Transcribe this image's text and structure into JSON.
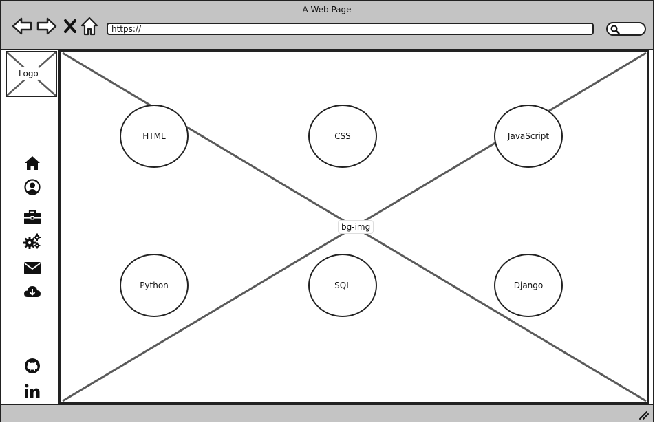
{
  "window": {
    "title": "A Web Page"
  },
  "toolbar": {
    "back_icon": "back-arrow-icon",
    "forward_icon": "forward-arrow-icon",
    "stop_icon": "close-icon",
    "home_icon": "home-icon",
    "url": "https://",
    "search_icon": "search-icon"
  },
  "sidebar": {
    "logo_label": "Logo",
    "icons": [
      "home-icon",
      "user-icon",
      "briefcase-icon",
      "gears-icon",
      "envelope-icon",
      "cloud-download-icon",
      "github-icon",
      "linkedin-icon"
    ]
  },
  "main": {
    "background_label": "bg-img",
    "skills": [
      "HTML",
      "CSS",
      "JavaScript",
      "Python",
      "SQL",
      "Django"
    ]
  },
  "colors": {
    "chrome": "#c4c4c4",
    "stroke": "#222222",
    "placeholder_line": "#5a5a5a"
  }
}
